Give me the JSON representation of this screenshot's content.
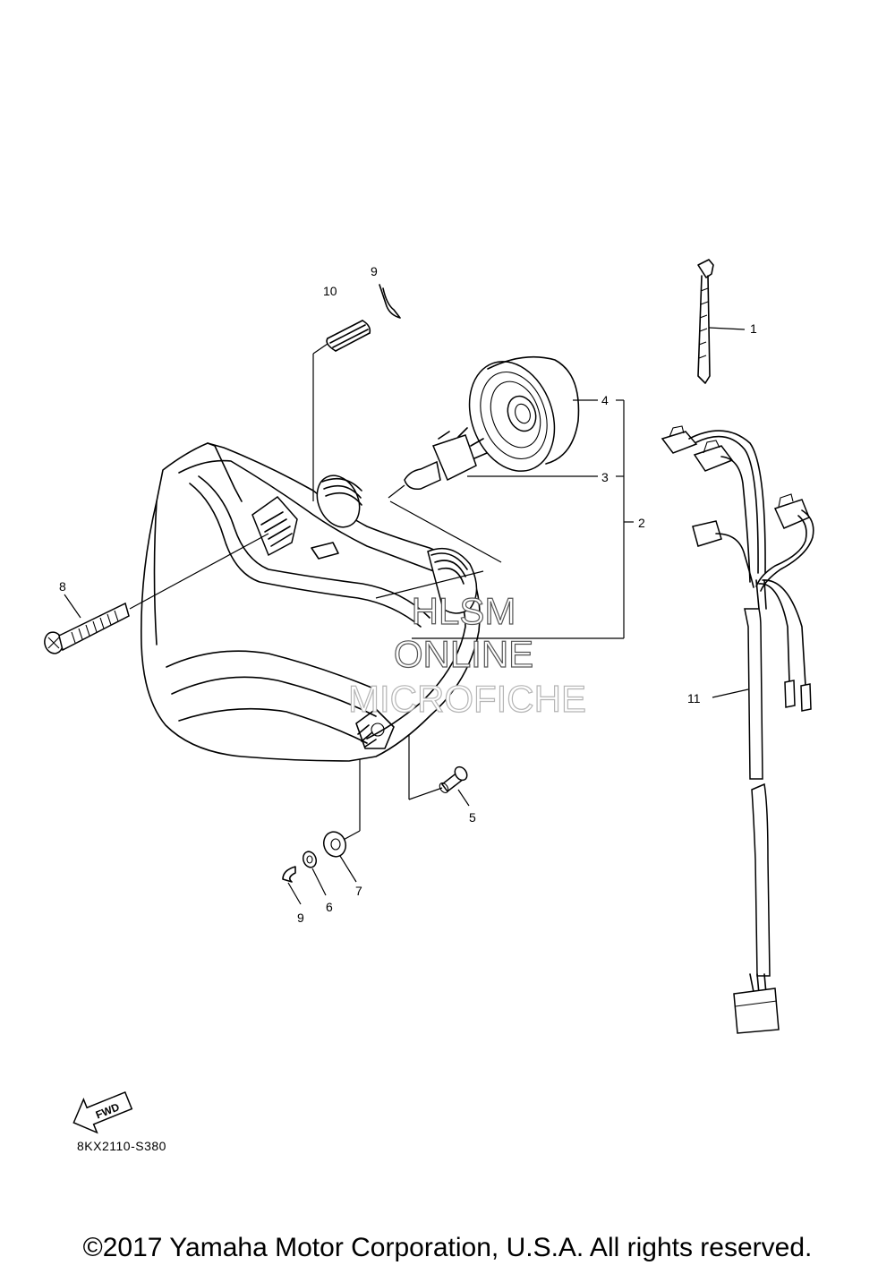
{
  "callouts": {
    "c1": "1",
    "c2": "2",
    "c3": "3",
    "c4": "4",
    "c5": "5",
    "c6": "6",
    "c7": "7",
    "c8": "8",
    "c9a": "9",
    "c9b": "9",
    "c10": "10",
    "c11": "11"
  },
  "watermark": {
    "line1": "HLSM",
    "line2": "ONLINE",
    "line3": "MICROFICHE"
  },
  "fwd_label": "FWD",
  "diagram_code": "8KX2110-S380",
  "copyright": "©2017 Yamaha Motor Corporation, U.S.A. All rights reserved."
}
